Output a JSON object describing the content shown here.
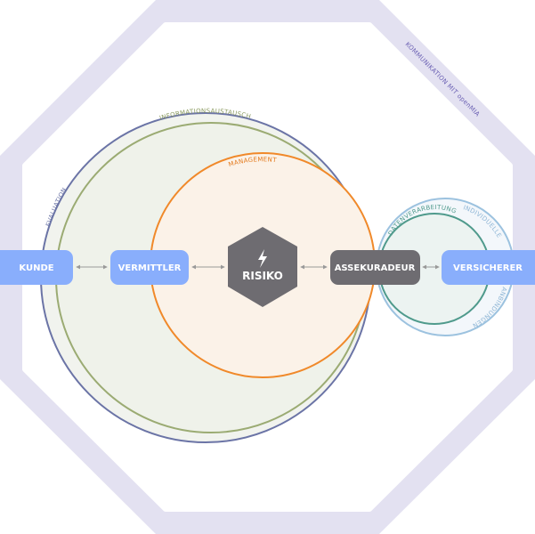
{
  "frame_label": "KOMMUNIKATION MIT openMIA",
  "rings": {
    "evaluation": "EVALUATION",
    "information": "INFORMATIONSAUSTAUSCH",
    "management": "MANAGEMENT",
    "processing": "DATENVERARBEITUNG",
    "individual_top": "INDIVIDUELLE",
    "individual_bottom": "ANBINDUNGEN"
  },
  "nodes": {
    "kunde": "KUNDE",
    "vermittler": "VERMITTLER",
    "risiko": "RISIKO",
    "assekuradeur": "ASSEKURADEUR",
    "versicherer": "VERSICHERER"
  },
  "colors": {
    "frame": "#e3e1f1",
    "evaluation": "#6b74a6",
    "information": "#9bab73",
    "management": "#f0892a",
    "processing": "#4f9a8c",
    "individual": "#9cc2df",
    "node_blue": "#89aefc",
    "node_gray": "#6e6c71"
  }
}
